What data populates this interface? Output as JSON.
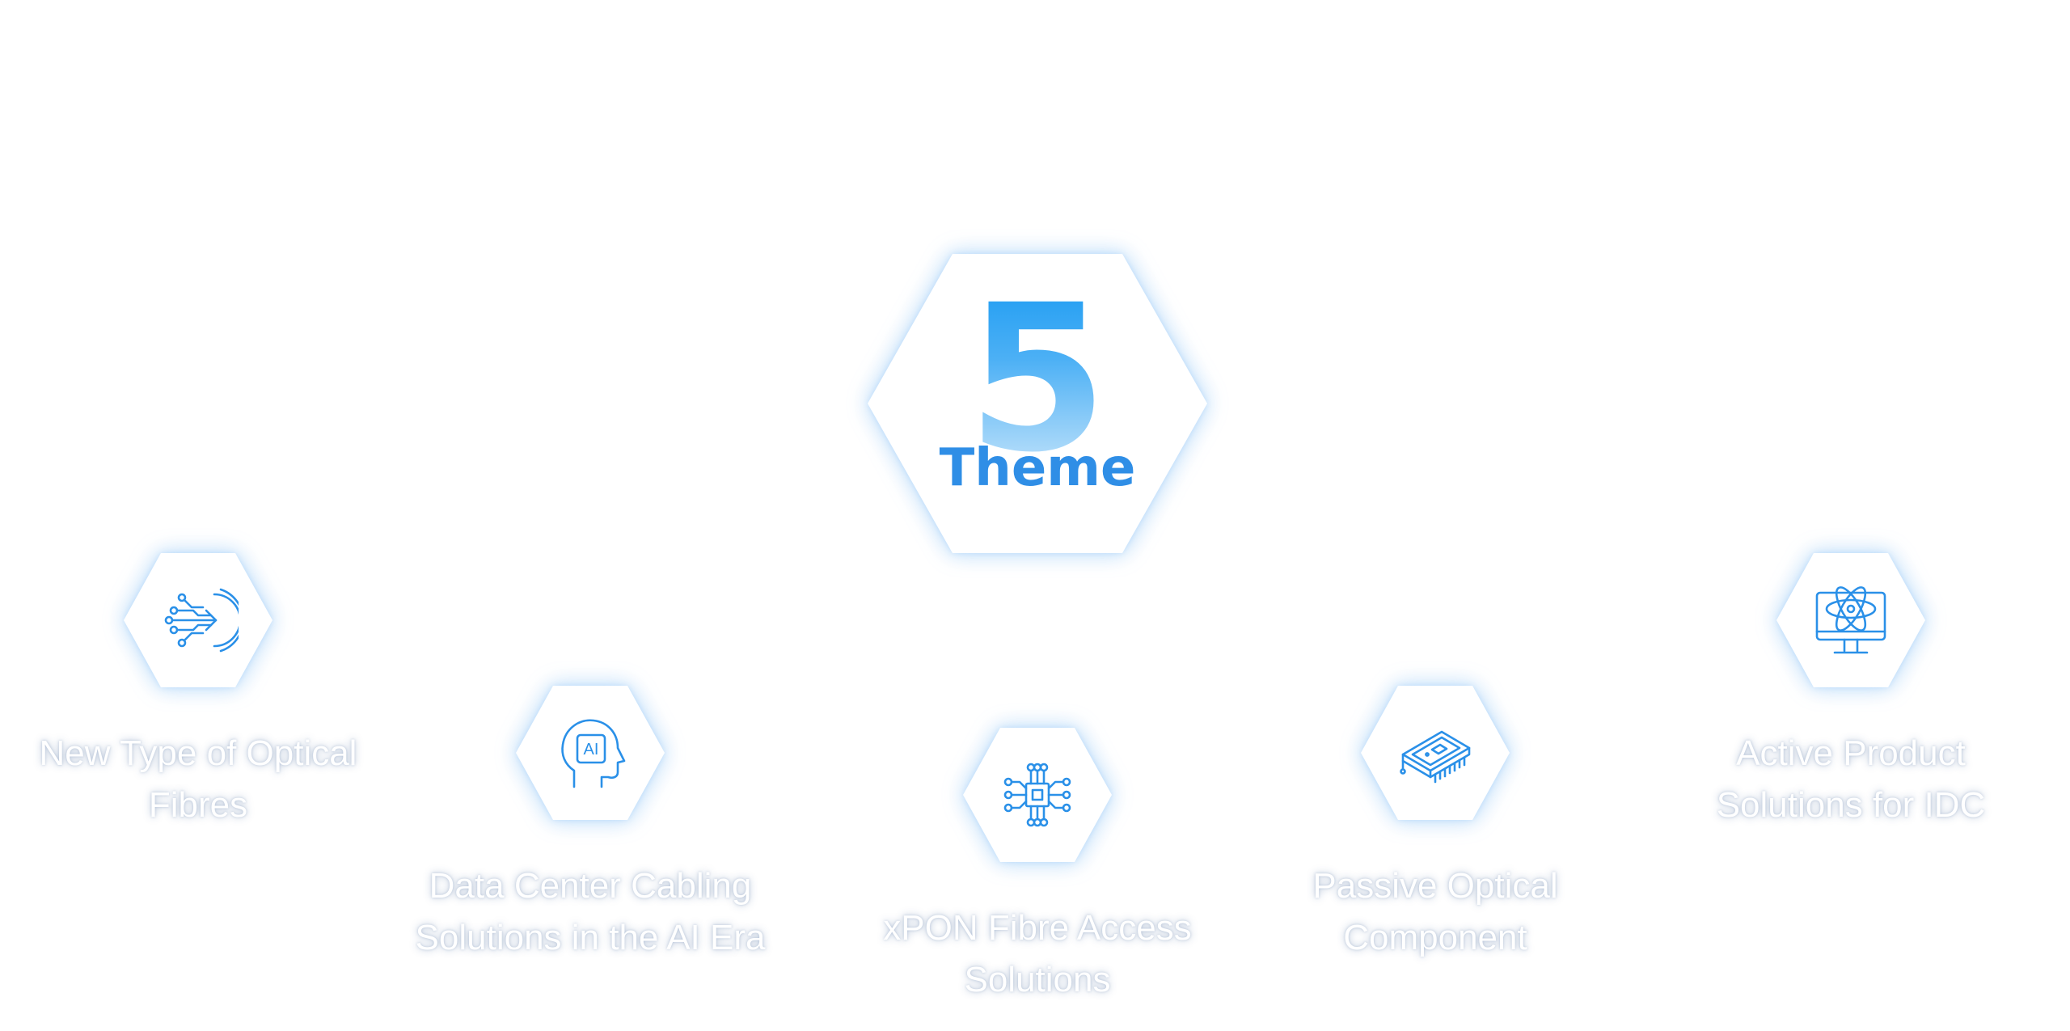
{
  "center": {
    "number": "5",
    "word": "Theme"
  },
  "themes": [
    {
      "label": "New Type of Optical Fibres",
      "icon": "fiber-arrow-icon"
    },
    {
      "label": "Data Center Cabling Solutions in the AI Era",
      "icon": "ai-head-icon"
    },
    {
      "label": "xPON Fibre Access Solutions",
      "icon": "chip-circuit-icon"
    },
    {
      "label": "Passive Optical Component",
      "icon": "optical-module-icon"
    },
    {
      "label": "Active Product Solutions for IDC",
      "icon": "atom-monitor-icon"
    }
  ],
  "colors": {
    "accent": "#2f8ee6",
    "icon_stroke": "#2a90e8"
  }
}
